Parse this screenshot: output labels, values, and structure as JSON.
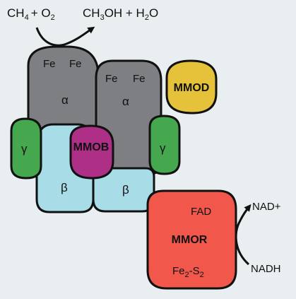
{
  "reaction": {
    "reactants": {
      "ch": "CH",
      "ch_sub": "4",
      "plus": "+ O",
      "o_sub": "2"
    },
    "products": {
      "ch": "CH",
      "ch_sub": "3",
      "oh": "OH + H",
      "h_sub": "2",
      "o": "O"
    }
  },
  "alpha_left": {
    "fe1": "Fe",
    "fe2": "Fe",
    "label": "α"
  },
  "alpha_right": {
    "fe1": "Fe",
    "fe2": "Fe",
    "label": "α"
  },
  "beta_left": {
    "label": "β"
  },
  "beta_right": {
    "label": "β"
  },
  "gamma_left": {
    "label": "γ"
  },
  "gamma_right": {
    "label": "γ"
  },
  "mmob": {
    "label": "MMOB"
  },
  "mmod": {
    "label": "MMOD"
  },
  "mmor": {
    "label": "MMOR",
    "fad": "FAD",
    "fe": "Fe",
    "fe_sub": "2",
    "dash": "-S",
    "s_sub": "2"
  },
  "cofactor": {
    "product": "NAD+",
    "reactant": "NADH"
  },
  "colors": {
    "background": "#e9eef0",
    "alpha": "#7e7f83",
    "beta": "#a8dce6",
    "gamma": "#45a84f",
    "mmob": "#ad2f86",
    "mmod": "#e6c23a",
    "mmor": "#f1574b",
    "outline": "#111111"
  }
}
